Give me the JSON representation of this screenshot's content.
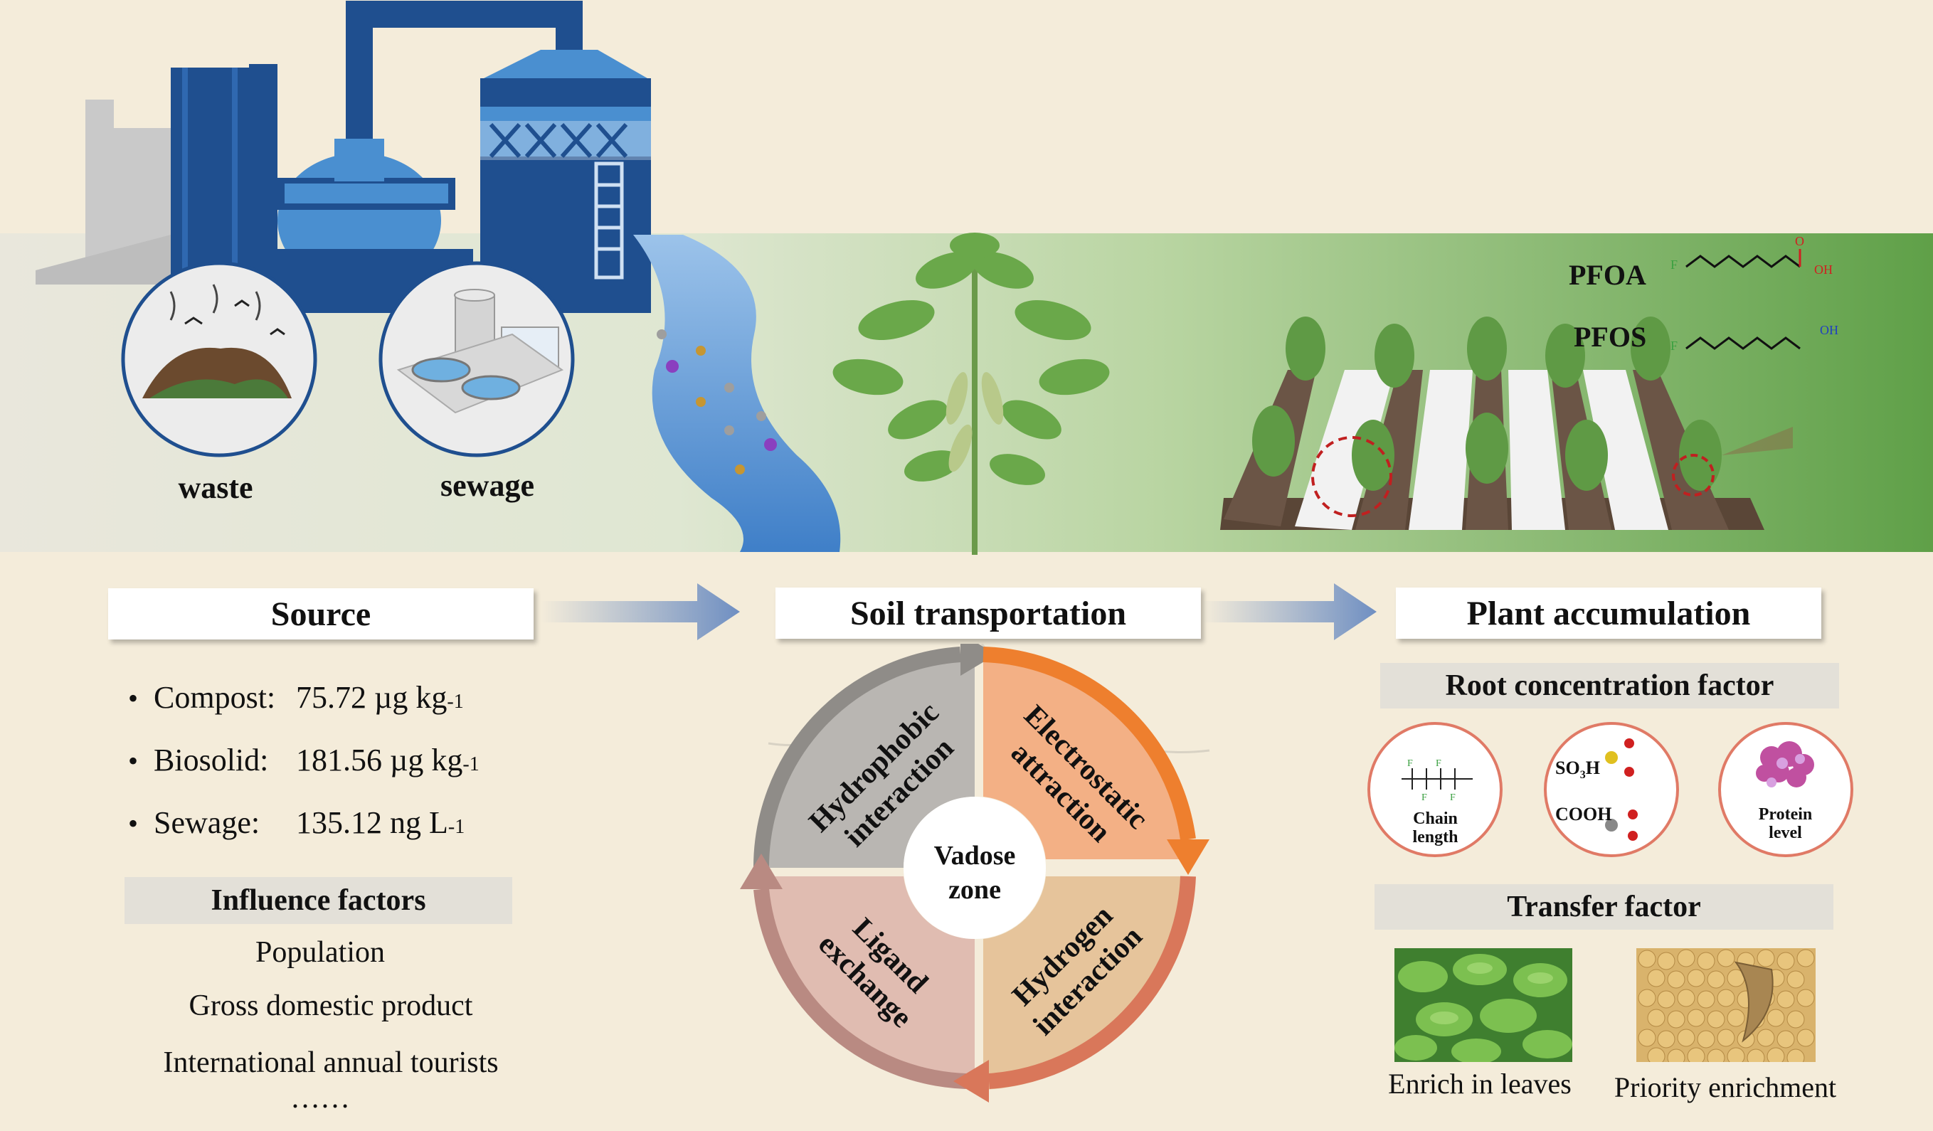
{
  "top": {
    "labels": {
      "waste": "waste",
      "sewage": "sewage"
    },
    "molecules": {
      "pfoa": "PFOA",
      "pfos": "PFOS",
      "oh": "OH",
      "f": "F",
      "o": "O"
    }
  },
  "source": {
    "title": "Source",
    "items": [
      {
        "label": "Compost:",
        "value": "75.72 µg kg",
        "exp": "-1"
      },
      {
        "label": "Biosolid:",
        "value": "181.56 µg kg",
        "exp": "-1"
      },
      {
        "label": "Sewage:",
        "value": "135.12 ng L",
        "exp": "-1"
      }
    ],
    "influence_title": "Influence factors",
    "influence_items": [
      "Population",
      "Gross domestic product",
      "International annual tourists",
      "……"
    ]
  },
  "soil": {
    "title": "Soil transportation",
    "center_line1": "Vadose",
    "center_line2": "zone",
    "quadrants": {
      "tl": [
        "Hydrophobic",
        "interaction"
      ],
      "tr": [
        "Electrostatic",
        "attraction"
      ],
      "bl": [
        "Ligand",
        "exchange"
      ],
      "br": [
        "Hydrogen",
        "interaction"
      ]
    }
  },
  "plant": {
    "title": "Plant accumulation",
    "rcf_title": "Root concentration factor",
    "rcf_items": [
      {
        "line1": "Chain",
        "line2": "length"
      },
      {
        "line1": "Protein",
        "line2": "level"
      }
    ],
    "chem": {
      "so3h": "SO",
      "so3h_sub": "3",
      "so3h_h": "H",
      "cooh": "COOH"
    },
    "tf_title": "Transfer factor",
    "tf_items": [
      "Enrich in leaves",
      "Priority enrichment"
    ]
  },
  "colors": {
    "background": "#f4ecda",
    "factory_blue": "#1f4f8f",
    "tank_blue": "#4a8fd0",
    "field_green": "#6fa85a",
    "river": "#5b95d6",
    "arrow": "#7f9bc8",
    "q_grey": "#b9b6b2",
    "q_orange": "#f0a070",
    "q_pink": "#d7aaa0",
    "q_tan": "#deb98f"
  }
}
